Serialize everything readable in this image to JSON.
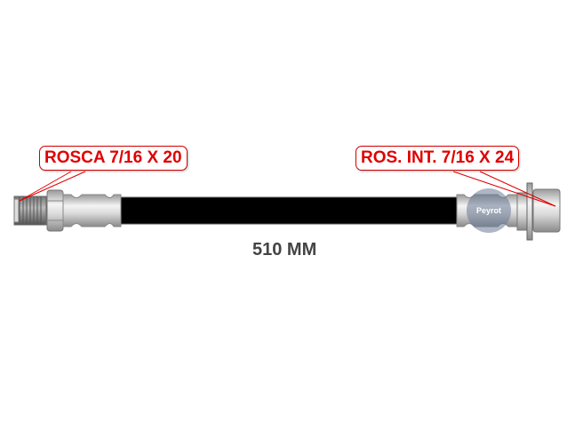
{
  "diagram": {
    "subject": "brake hose",
    "callouts": [
      {
        "id": "left",
        "label": "ROSCA 7/16 X 20"
      },
      {
        "id": "right",
        "label": "ROS. INT. 7/16 X 24"
      }
    ],
    "length_label": "510 MM",
    "watermark": "Peyrot",
    "colors": {
      "callout_text": "#e00000",
      "callout_border": "#d40000",
      "hose": "#000000",
      "length_text": "#444444"
    }
  }
}
